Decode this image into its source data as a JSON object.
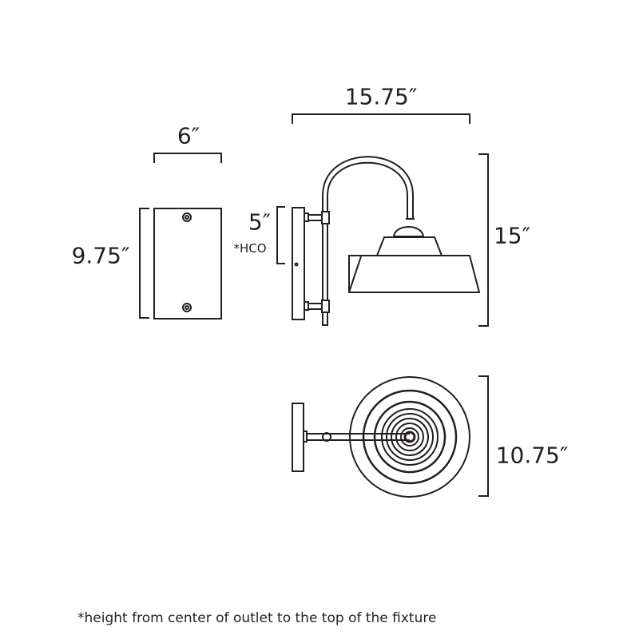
{
  "dimensions": {
    "backplate_width": "6″",
    "backplate_height": "9.75″",
    "extension": "15.75″",
    "height": "15″",
    "hco": "5″",
    "hco_label": "*HCO",
    "shade_diameter": "10.75″"
  },
  "footnote": "*height from center of outlet to the top of the fixture",
  "colors": {
    "line": "#231f20",
    "background": "#ffffff"
  }
}
